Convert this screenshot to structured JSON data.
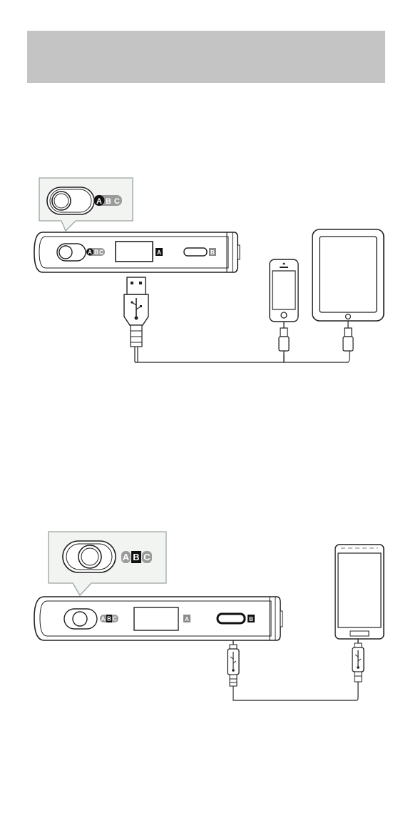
{
  "figure_top": {
    "mode_letters": [
      "A",
      "B",
      "C"
    ],
    "selected_mode": "A",
    "port_labels": [
      "A",
      "B"
    ]
  },
  "figure_bottom": {
    "mode_letters": [
      "A",
      "B",
      "C"
    ],
    "selected_mode": "B",
    "port_labels": [
      "A",
      "B"
    ]
  }
}
